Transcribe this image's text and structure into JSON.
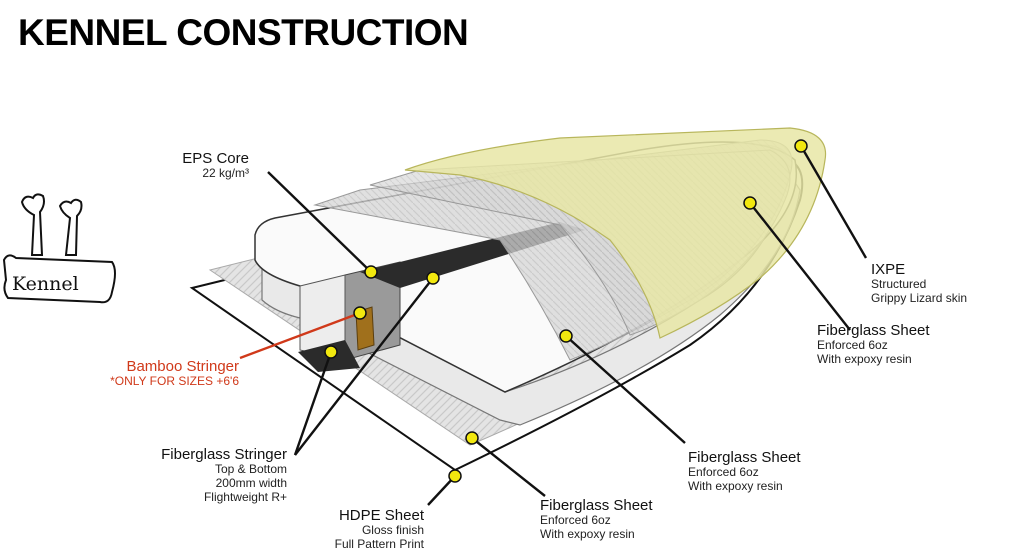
{
  "title": "KENNEL CONSTRUCTION",
  "logo": {
    "text": "Kennel"
  },
  "labels": {
    "eps_core": {
      "heading": "EPS Core",
      "detail": "22 kg/m³"
    },
    "bamboo": {
      "heading": "Bamboo Stringer",
      "detail": "*ONLY FOR SIZES +6'6"
    },
    "fg_stringer": {
      "heading": "Fiberglass Stringer",
      "line1": "Top & Bottom",
      "line2": "200mm width",
      "line3": "Flightweight R+"
    },
    "hdpe": {
      "heading": "HDPE Sheet",
      "line1": "Gloss finish",
      "line2": "Full Pattern Print"
    },
    "fg_bottom": {
      "heading": "Fiberglass Sheet",
      "line1": "Enforced 6oz",
      "line2": "With expoxy resin"
    },
    "fg_mid": {
      "heading": "Fiberglass Sheet",
      "line1": "Enforced 6oz",
      "line2": "With expoxy resin"
    },
    "fg_top": {
      "heading": "Fiberglass Sheet",
      "line1": "Enforced 6oz",
      "line2": "With expoxy resin"
    },
    "ixpe": {
      "heading": "IXPE",
      "line1": "Structured",
      "line2": "Grippy Lizard skin"
    }
  },
  "colors": {
    "callout_dot": "#f2e80f",
    "bamboo_line": "#d0391a",
    "ixpe_fill": "#e8e6a6",
    "stringer_fill": "#2b2b2b",
    "core_fill": "#f4f4f4"
  }
}
